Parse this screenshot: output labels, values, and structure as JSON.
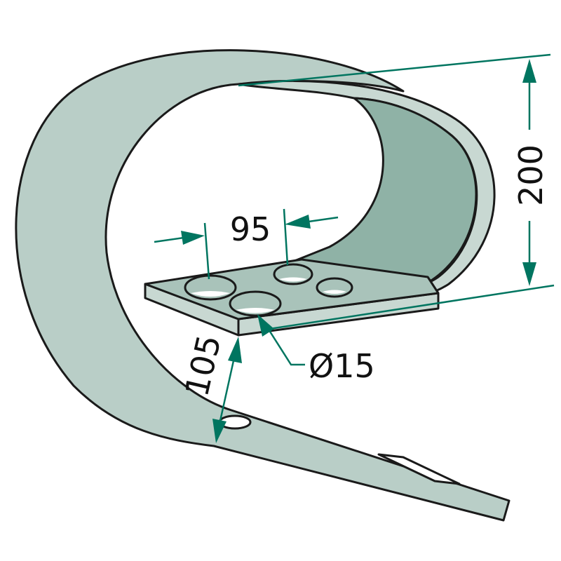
{
  "dimensions": {
    "height": "200",
    "hole_spacing": "95",
    "hole_diameter": "Ø15",
    "offset": "105"
  },
  "colors": {
    "outer_surface": "#b9cec7",
    "inner_surface": "#8fb2a6",
    "rim": "#c8d8d2",
    "dimension_line": "#007560"
  }
}
